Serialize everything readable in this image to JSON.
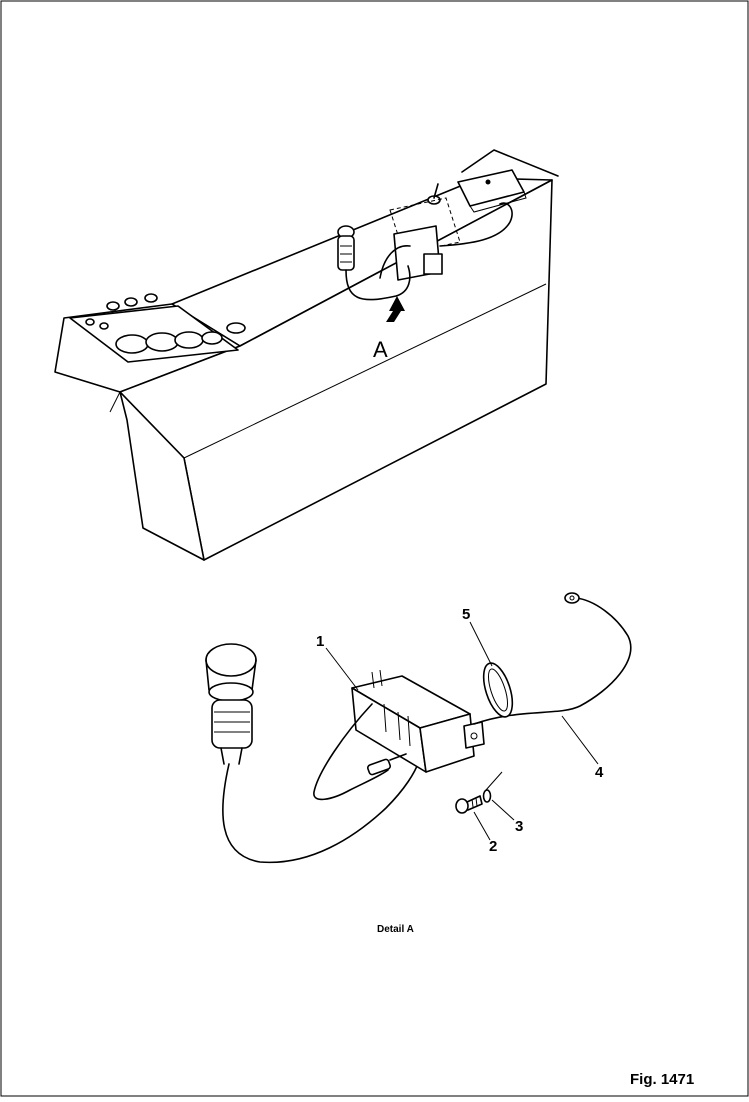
{
  "figure": {
    "label_a": "A",
    "caption": "Detail A",
    "number": "Fig. 1471"
  },
  "callouts": [
    "1",
    "2",
    "3",
    "4",
    "5"
  ]
}
